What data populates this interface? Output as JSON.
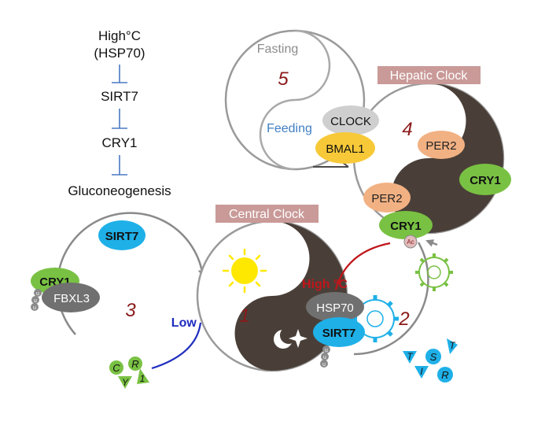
{
  "pathway": {
    "step1_line1": "High°C",
    "step1_line2": "(HSP70)",
    "step2": "SIRT7",
    "step3": "CRY1",
    "step4": "Gluconeogenesis"
  },
  "labels": {
    "central_clock": "Central Clock",
    "hepatic_clock": "Hepatic Clock",
    "fasting": "Fasting",
    "feeding": "Feeding",
    "high_c": "High °C",
    "low_c": "Low °C"
  },
  "numbers": {
    "n1": "1",
    "n2": "2",
    "n3": "3",
    "n4": "4",
    "n5": "5"
  },
  "proteins": {
    "sirt7": "SIRT7",
    "cry1": "CRY1",
    "fbxl3": "FBXL3",
    "clock": "CLOCK",
    "bmal1": "BMAL1",
    "per2": "PER2",
    "hsp70": "HSP70",
    "ac": "Ac",
    "ub": "u"
  },
  "fragments": {
    "cry_letters": [
      "C",
      "R",
      "Y",
      "1"
    ],
    "sirt_letters": [
      "T",
      "S",
      "T",
      "I",
      "R"
    ]
  },
  "colors": {
    "dark_brown": "#4a3f38",
    "label_bg": "#c99a98",
    "sirt7_blue": "#1fb0e8",
    "cry1_green": "#79c143",
    "per2_orange": "#f2b183",
    "bmal1_yellow": "#f7c938",
    "clock_grey": "#cfcfcf",
    "red": "#c0161b",
    "blue_line": "#1e2cbf",
    "number_red": "#8b1a1a",
    "inhibit_blue": "#4a78c4"
  }
}
